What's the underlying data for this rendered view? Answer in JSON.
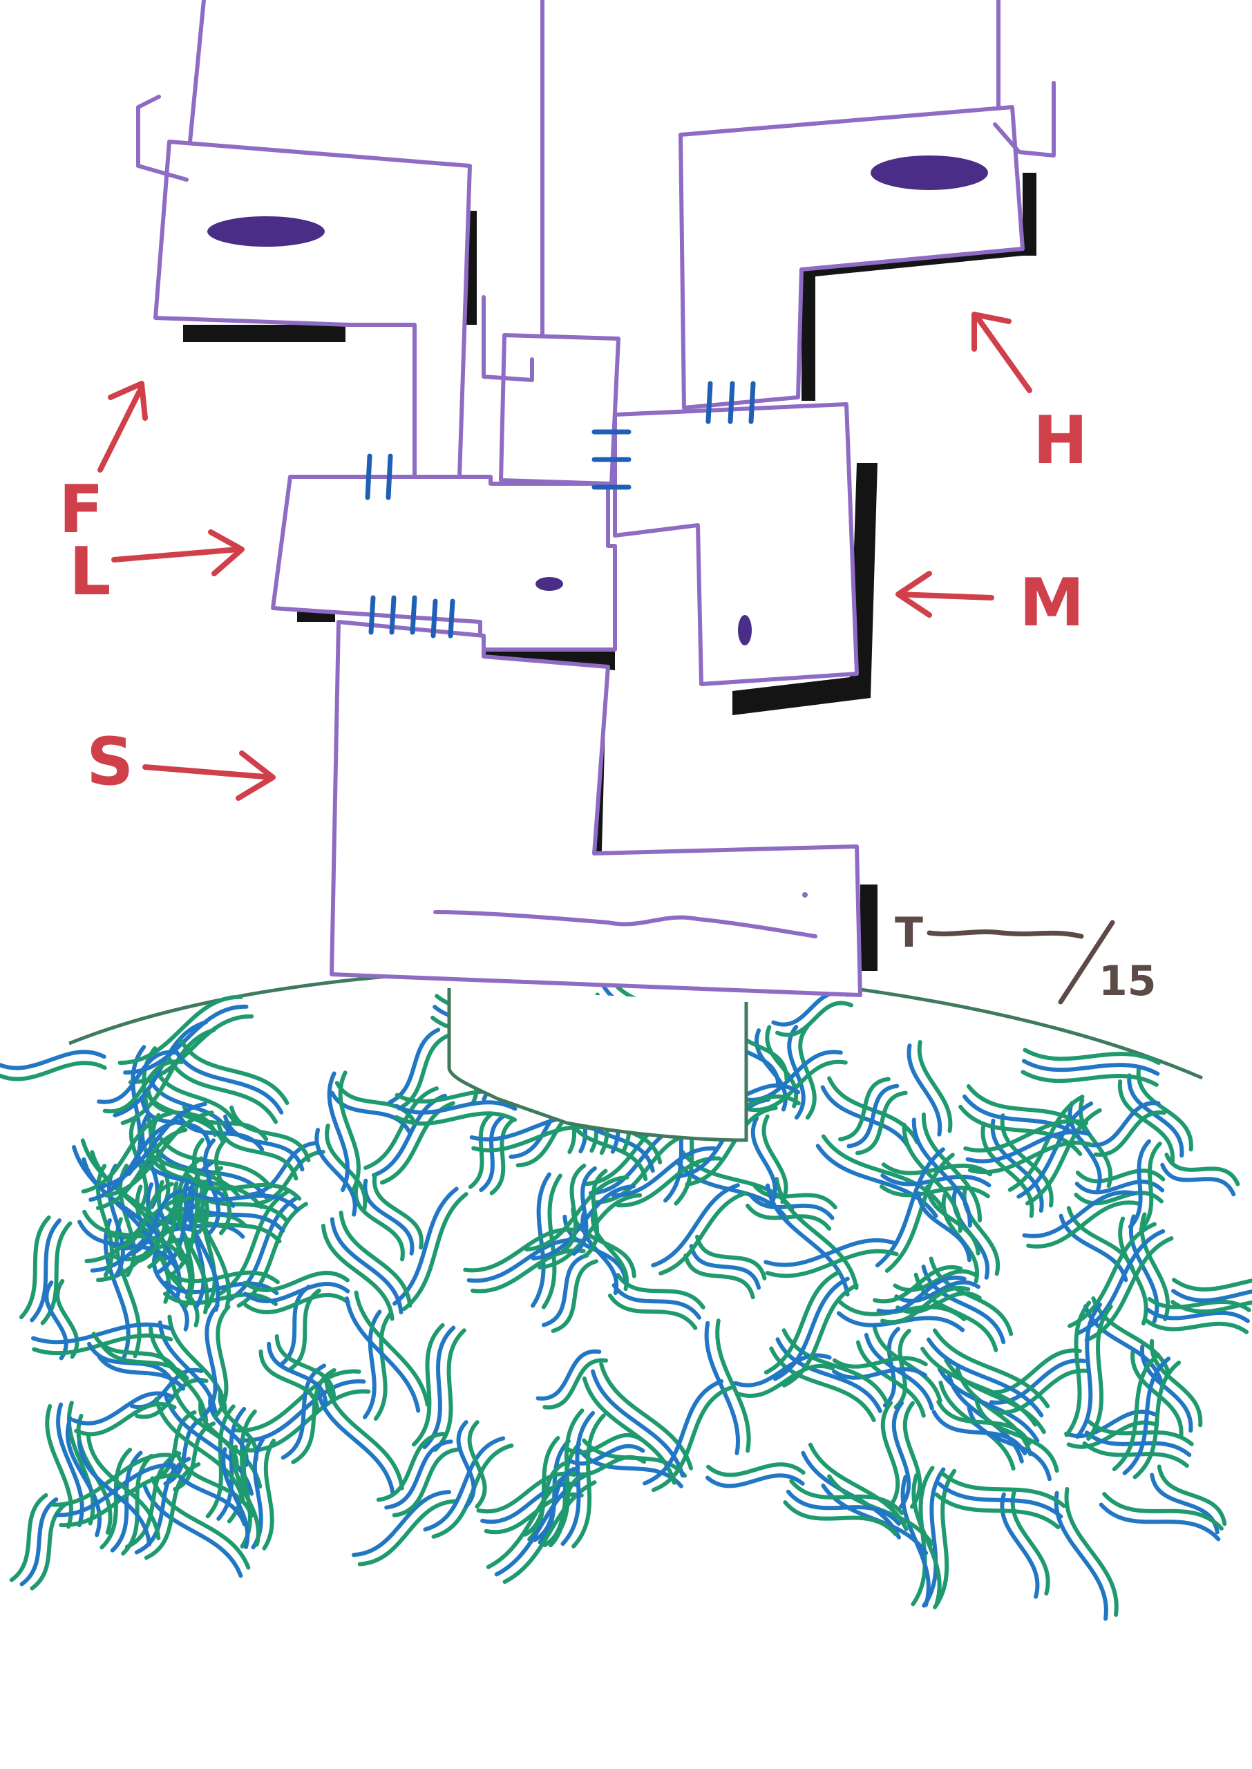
{
  "drawing": {
    "labels": {
      "f": "F",
      "l": "L",
      "h": "H",
      "m": "M",
      "s": "S"
    },
    "signature": {
      "initial": "T",
      "number": "15"
    },
    "colors": {
      "outline": "#8f6cc4",
      "shadow": "#141414",
      "eye": "#4a2d86",
      "ticks": "#1f5fb5",
      "arrows": "#d0404a",
      "water_green": "#1f9a6e",
      "water_blue": "#2277c4",
      "signature": "#5b4a45"
    }
  }
}
